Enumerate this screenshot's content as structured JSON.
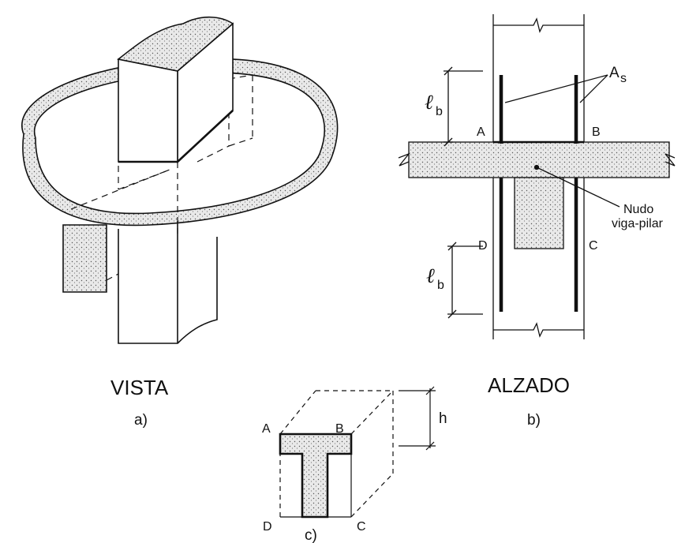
{
  "panel_a": {
    "title": "VISTA",
    "caption": "a)"
  },
  "panel_b": {
    "title": "ALZADO",
    "caption": "b)",
    "rebar_label": "A",
    "rebar_sub": "s",
    "node_label_1": "Nudo",
    "node_label_2": "viga-pilar",
    "corner_a": "A",
    "corner_b": "B",
    "corner_c": "C",
    "corner_d": "D",
    "anchor_symbol": "ℓ",
    "anchor_sub": "b"
  },
  "panel_c": {
    "caption": "c)",
    "corner_a": "A",
    "corner_b": "B",
    "corner_c": "C",
    "corner_d": "D",
    "height_label": "h"
  },
  "colors": {
    "line": "#111111",
    "concrete": "#d8d8d8",
    "background": "#ffffff"
  }
}
